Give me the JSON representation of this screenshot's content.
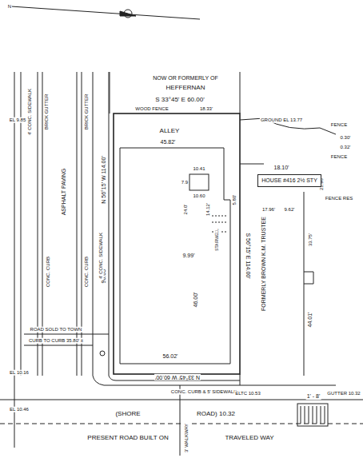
{
  "diagram": {
    "nodes": [
      {
        "text": [
          "HOUSE #416 2½ STY"
        ]
      }
    ],
    "edges": [],
    "labels": [
      "NOW OR FORMERLY OF",
      "HEFFERNAN",
      "S 33°45' E 60.00'",
      "WOOD FENCE",
      "18.33'",
      "ALLEY",
      "45.82'",
      "10.41",
      "7.9",
      "10.60",
      "24.0'",
      "14.12'",
      "STAIRWELL",
      "9.99'",
      "46.00'",
      "56.02'",
      "5.80'",
      "S 56°15' E 114.00'",
      "N 56°15' W 114.00'",
      "96.65'",
      "N 33°45' W 60.00'",
      "4' CONC. SIDEWALK",
      "BRICK GUTTER",
      "CONC. CURB",
      "ASPHALT PAVING",
      "BRICK GUTTER",
      "CONC. CURB",
      "4' CONC. SIDEWALK",
      "EL 9.85",
      "ROAD SOLD TO TOWN",
      "CURB TO CURB 35.80' ±",
      "EL 10.16",
      "EL 10.46",
      "GROUND EL 13.77",
      "FENCE",
      "0.30'",
      "0.32'",
      "FENCE",
      "18.10'",
      "21.98'",
      "FENCE RES",
      "17.96'",
      "9.62'",
      "33.75'",
      "44.01'",
      "FORMERLY BROWN K.M. TRUSTEE",
      "CONC. CURB & 5' SIDEWALK",
      "ELTC 10.53",
      "GUTTER 10.32",
      "1' - 8'",
      "3' WALKWAY",
      "(SHORE",
      "ROAD) 10.32",
      "PRESENT ROAD BUILT ON",
      "TRAVELED WAY",
      "N"
    ]
  }
}
